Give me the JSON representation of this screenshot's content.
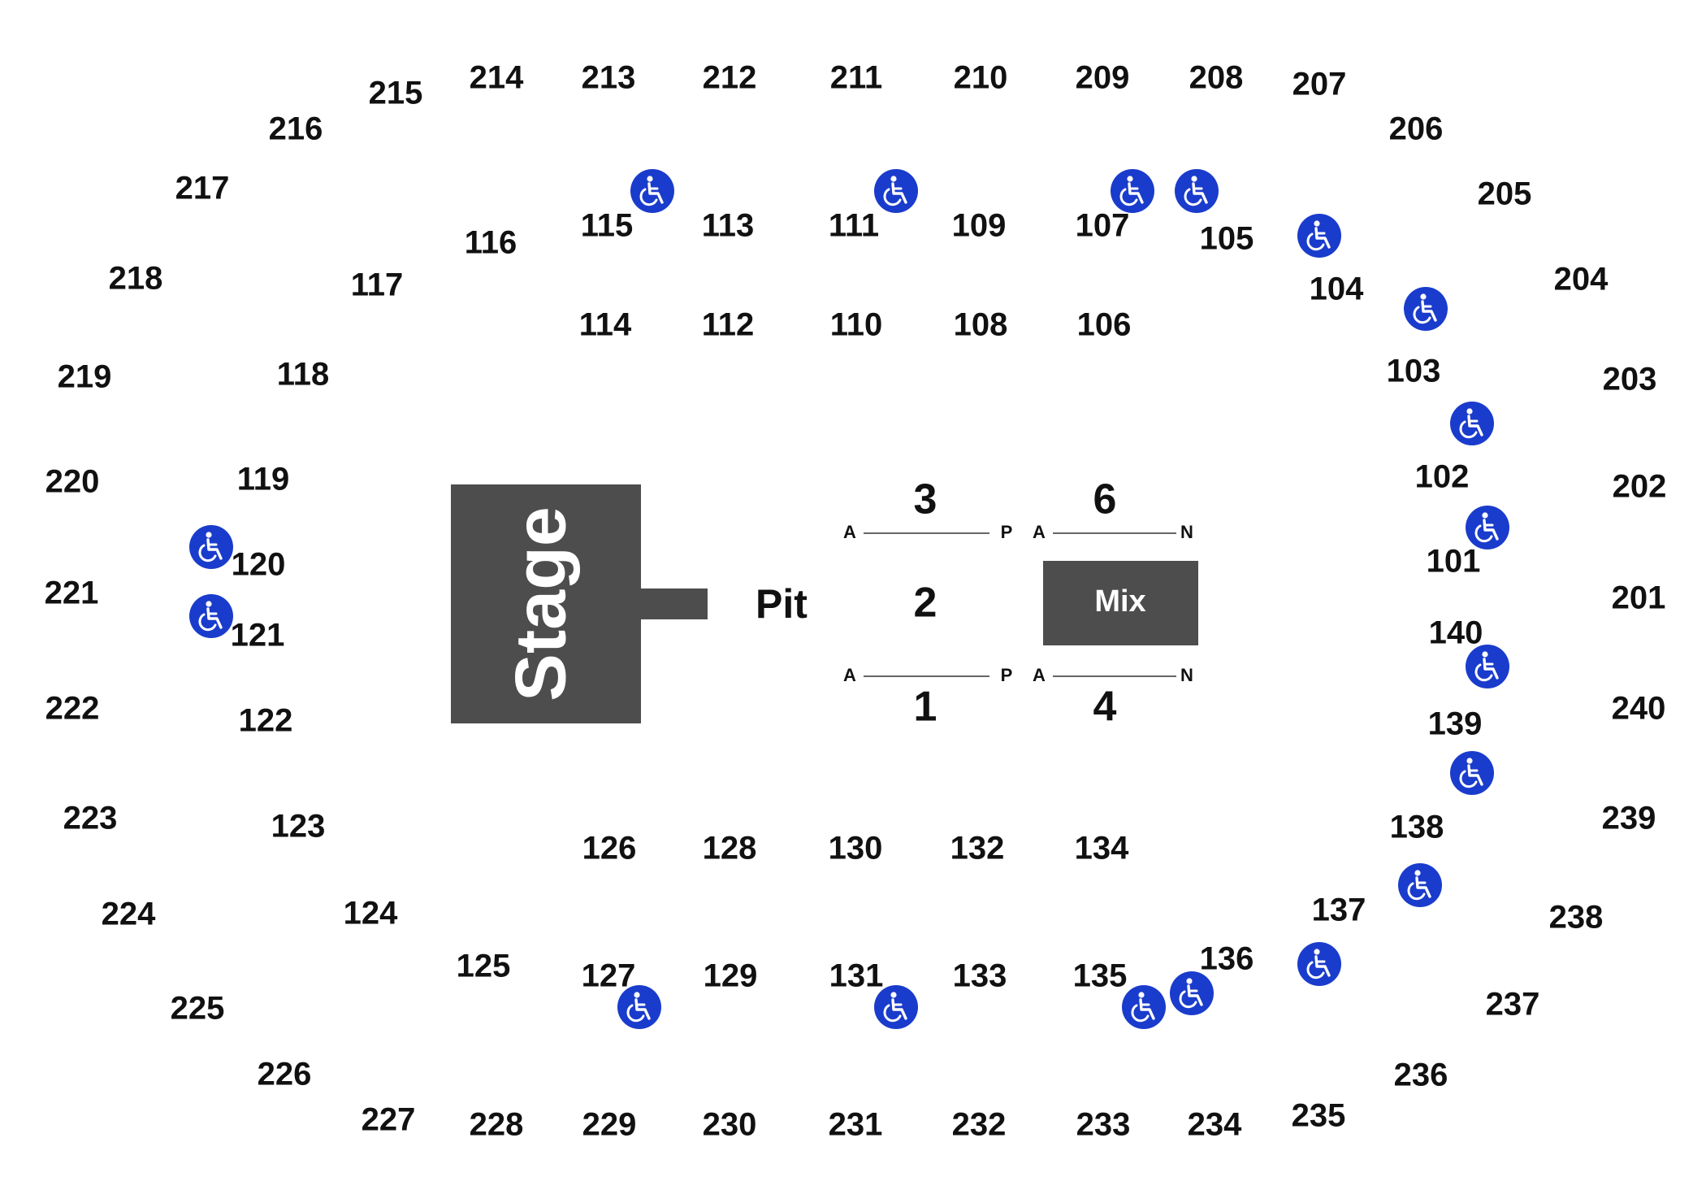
{
  "map": {
    "colors": {
      "stage_fill": "#4d4d4d",
      "accessible_fill": "#1a3ccc",
      "text": "#111111"
    },
    "stage_label": "Stage",
    "pit_label": "Pit",
    "mix_label": "Mix",
    "floor_sections": [
      "1",
      "2",
      "3",
      "4",
      "6"
    ],
    "row_letters": {
      "left_start": "A",
      "left_end": "P",
      "right_start": "A",
      "right_end": "N"
    },
    "accessible_icon": "wheelchair-icon",
    "sections_200s": [
      "201",
      "202",
      "203",
      "204",
      "205",
      "206",
      "207",
      "208",
      "209",
      "210",
      "211",
      "212",
      "213",
      "214",
      "215",
      "216",
      "217",
      "218",
      "219",
      "220",
      "221",
      "222",
      "223",
      "224",
      "225",
      "226",
      "227",
      "228",
      "229",
      "230",
      "231",
      "232",
      "233",
      "234",
      "235",
      "236",
      "237",
      "238",
      "239",
      "240"
    ],
    "sections_100s": [
      "101",
      "102",
      "103",
      "104",
      "105",
      "106",
      "107",
      "108",
      "109",
      "110",
      "111",
      "112",
      "113",
      "114",
      "115",
      "116",
      "117",
      "118",
      "119",
      "120",
      "121",
      "122",
      "123",
      "124",
      "125",
      "126",
      "127",
      "128",
      "129",
      "130",
      "131",
      "132",
      "133",
      "134",
      "135",
      "136",
      "137",
      "138",
      "139",
      "140"
    ]
  }
}
